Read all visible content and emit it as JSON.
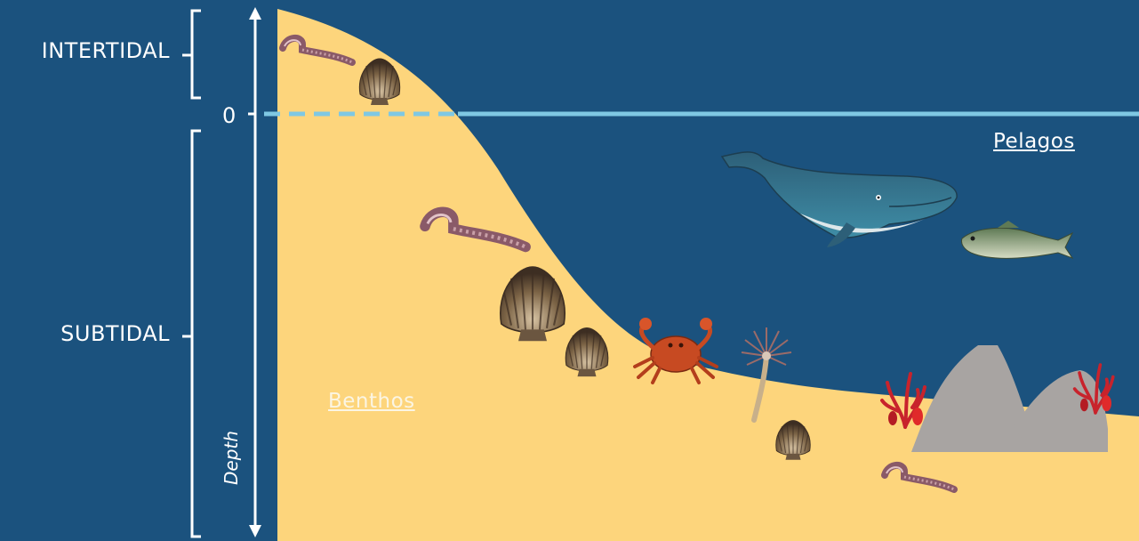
{
  "zones": {
    "intertidal": "INTERTIDAL",
    "subtidal": "SUBTIDAL"
  },
  "sea_level_label": "0",
  "depth_axis_label": "Depth",
  "habitats": {
    "benthos": "Benthos",
    "pelagos": "Pelagos"
  },
  "colors": {
    "water": "#1b527e",
    "seabed": "#fdd57c",
    "sea_level_line": "#7fc8e3",
    "rock": "#a8a4a2",
    "text": "#ffffff"
  },
  "organisms": [
    "worm-icon",
    "scallop-icon",
    "crab-icon",
    "tube-worm-icon",
    "red-algae-icon",
    "whale-icon",
    "fish-icon"
  ]
}
